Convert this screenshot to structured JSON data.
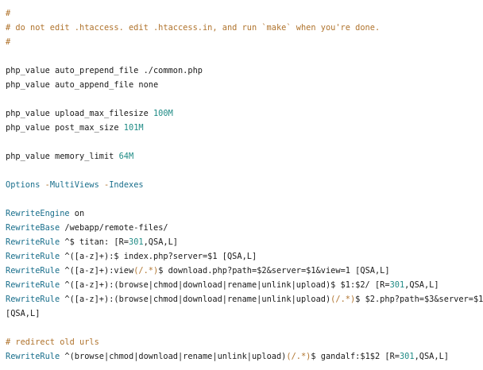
{
  "colors": {
    "background": "#ffffff",
    "text": "#1a1a1a",
    "comment": "#b0742e",
    "keyword": "#1a6f8c",
    "number": "#1f8b85",
    "operator": "#b0742e"
  },
  "lines": [
    [
      {
        "t": "#",
        "k": "comment"
      }
    ],
    [
      {
        "t": "# do not edit .htaccess. edit .htaccess.in, and run `make` when you're done.",
        "k": "comment"
      }
    ],
    [
      {
        "t": "#",
        "k": "comment"
      }
    ],
    [],
    [
      {
        "t": "php_value auto_prepend_file ./common.php",
        "k": "plain"
      }
    ],
    [
      {
        "t": "php_value auto_append_file none",
        "k": "plain"
      }
    ],
    [],
    [
      {
        "t": "php_value upload_max_filesize ",
        "k": "plain"
      },
      {
        "t": "100M",
        "k": "num"
      }
    ],
    [
      {
        "t": "php_value post_max_size ",
        "k": "plain"
      },
      {
        "t": "101M",
        "k": "num"
      }
    ],
    [],
    [
      {
        "t": "php_value memory_limit ",
        "k": "plain"
      },
      {
        "t": "64M",
        "k": "num"
      }
    ],
    [],
    [
      {
        "t": "Options ",
        "k": "keyword"
      },
      {
        "t": "-",
        "k": "op"
      },
      {
        "t": "MultiViews ",
        "k": "keyword"
      },
      {
        "t": "-",
        "k": "op"
      },
      {
        "t": "Indexes",
        "k": "keyword"
      }
    ],
    [],
    [
      {
        "t": "RewriteEngine",
        "k": "keyword"
      },
      {
        "t": " on",
        "k": "plain"
      }
    ],
    [
      {
        "t": "RewriteBase",
        "k": "keyword"
      },
      {
        "t": " /webapp/remote-files/",
        "k": "plain"
      }
    ],
    [
      {
        "t": "RewriteRule",
        "k": "keyword"
      },
      {
        "t": " ^$ titan: [R=",
        "k": "plain"
      },
      {
        "t": "301",
        "k": "num"
      },
      {
        "t": ",QSA,L]",
        "k": "plain"
      }
    ],
    [
      {
        "t": "RewriteRule",
        "k": "keyword"
      },
      {
        "t": " ^([a-z]+):$ index.php?server=$1 [QSA,L]",
        "k": "plain"
      }
    ],
    [
      {
        "t": "RewriteRule",
        "k": "keyword"
      },
      {
        "t": " ^([a-z]+):view",
        "k": "plain"
      },
      {
        "t": "(/.*)",
        "k": "op"
      },
      {
        "t": "$ download.php?path=$2&server=$1&view=1 [QSA,L]",
        "k": "plain"
      }
    ],
    [
      {
        "t": "RewriteRule",
        "k": "keyword"
      },
      {
        "t": " ^([a-z]+):(browse|chmod|download|rename|unlink|upload)$ $1:$2/ [R=",
        "k": "plain"
      },
      {
        "t": "301",
        "k": "num"
      },
      {
        "t": ",QSA,L]",
        "k": "plain"
      }
    ],
    [
      {
        "t": "RewriteRule",
        "k": "keyword"
      },
      {
        "t": " ^([a-z]+):(browse|chmod|download|rename|unlink|upload)",
        "k": "plain"
      },
      {
        "t": "(/.*)",
        "k": "op"
      },
      {
        "t": "$ $2.php?path=$3&server=$1",
        "k": "plain"
      }
    ],
    [
      {
        "t": "[QSA,L]",
        "k": "plain"
      }
    ],
    [],
    [
      {
        "t": "# redirect old urls",
        "k": "comment"
      }
    ],
    [
      {
        "t": "RewriteRule",
        "k": "keyword"
      },
      {
        "t": " ^(browse|chmod|download|rename|unlink|upload)",
        "k": "plain"
      },
      {
        "t": "(/.*)",
        "k": "op"
      },
      {
        "t": "$ gandalf:$1$2 [R=",
        "k": "plain"
      },
      {
        "t": "301",
        "k": "num"
      },
      {
        "t": ",QSA,L]",
        "k": "plain"
      }
    ]
  ]
}
